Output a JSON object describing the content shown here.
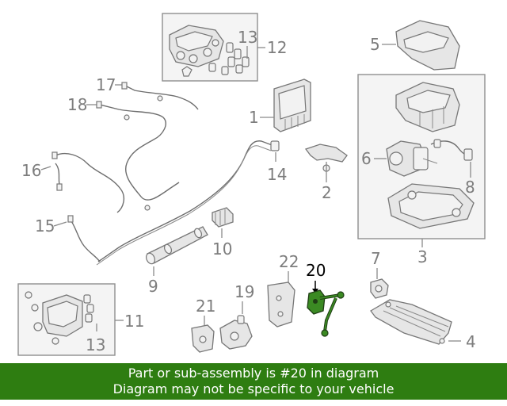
{
  "callouts": {
    "c1": "1",
    "c2": "2",
    "c3": "3",
    "c4": "4",
    "c5": "5",
    "c6": "6",
    "c7": "7",
    "c8": "8",
    "c9": "9",
    "c10": "10",
    "c11": "11",
    "c12": "12",
    "c13a": "13",
    "c13b": "13",
    "c14": "14",
    "c15": "15",
    "c16": "16",
    "c17": "17",
    "c18": "18",
    "c19": "19",
    "c20": "20",
    "c21": "21",
    "c22": "22"
  },
  "highlight": {
    "part_number": "20",
    "color": "#2e7d11"
  },
  "banner": {
    "line1": "Part or sub-assembly is #20 in diagram",
    "line2": "Diagram may not be specific to your vehicle",
    "background": "#2e7d11",
    "text_color": "#ffffff"
  }
}
